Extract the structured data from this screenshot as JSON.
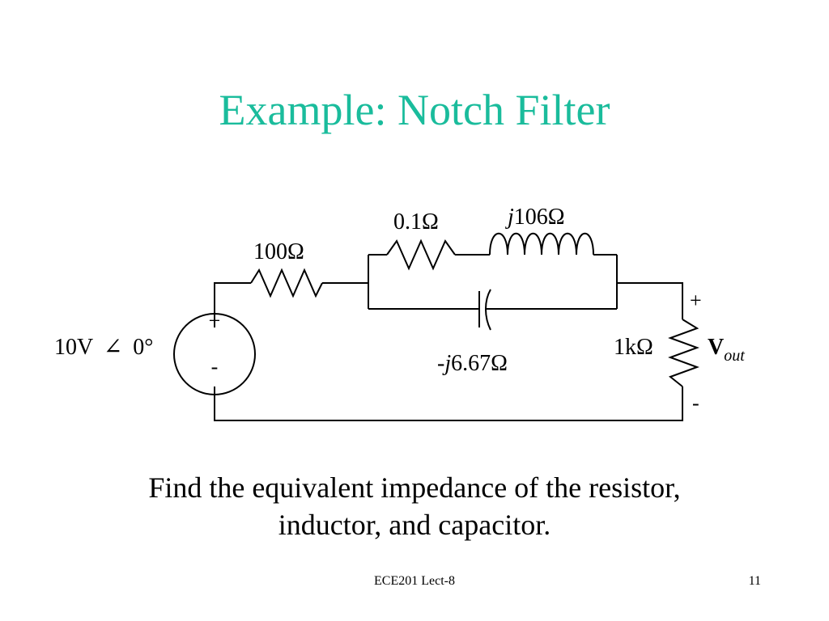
{
  "title": "Example: Notch Filter",
  "circuit": {
    "source": {
      "magnitude": "10V",
      "angle_symbol": "∠",
      "angle": "0°",
      "plus": "+",
      "minus": "-"
    },
    "r_series": "100Ω",
    "r_branch": "0.1Ω",
    "inductor": {
      "prefix": "j",
      "value": "106Ω"
    },
    "capacitor": {
      "prefix": "-",
      "j": "j",
      "value": "6.67Ω"
    },
    "r_load": "1kΩ",
    "vout": {
      "symbol": "V",
      "subscript": "out",
      "plus": "+",
      "minus": "-"
    }
  },
  "body_text": {
    "line1": "Find the equivalent impedance of the resistor,",
    "line2": "inductor, and capacitor."
  },
  "footer": {
    "center": "ECE201 Lect-8",
    "page_number": "11"
  }
}
